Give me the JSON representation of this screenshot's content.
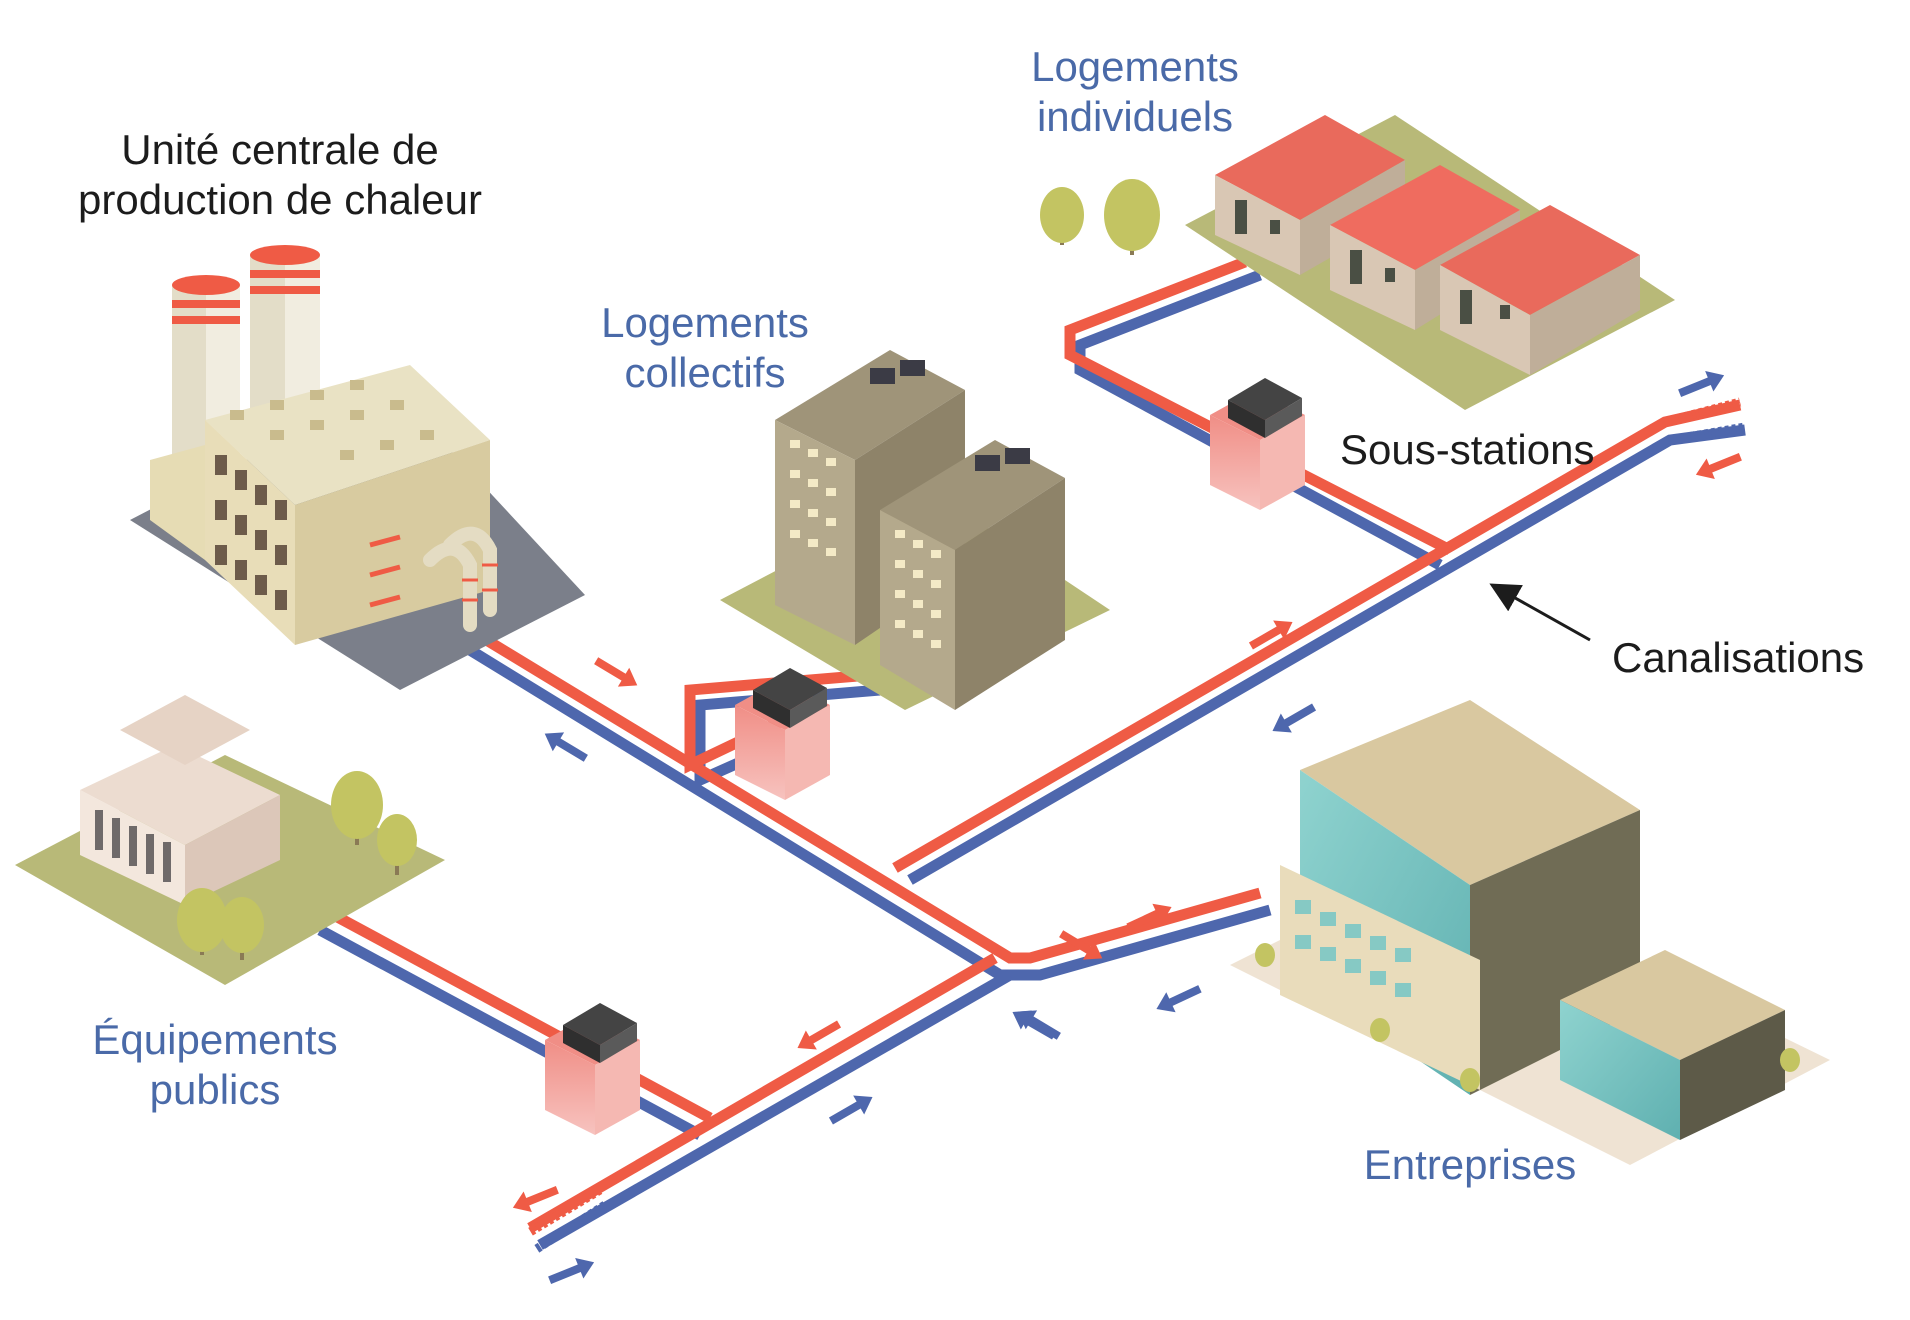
{
  "colors": {
    "hot_pipe": "#ef5b45",
    "cold_pipe": "#4e67ad",
    "ground": "#b8b978",
    "tree": "#c3c462",
    "roof": "#ef6c5f",
    "substation": "#f2a7a1",
    "label_blue": "#4a6aa8",
    "label_black": "#1c1c1c"
  },
  "labels": {
    "plant": [
      "Unité centrale de",
      "production de chaleur"
    ],
    "collective_housing": [
      "Logements",
      "collectifs"
    ],
    "individual_housing": [
      "Logements",
      "individuels"
    ],
    "public_facilities": [
      "Équipements",
      "publics"
    ],
    "businesses": "Entreprises",
    "substations": "Sous-stations",
    "pipes": "Canalisations"
  },
  "icons": [
    "heat-plant-icon",
    "apartment-towers-icon",
    "houses-icon",
    "public-building-icon",
    "office-building-icon",
    "substation-icon",
    "tree-icon",
    "flow-arrow-icon",
    "pointer-arrow-icon"
  ]
}
